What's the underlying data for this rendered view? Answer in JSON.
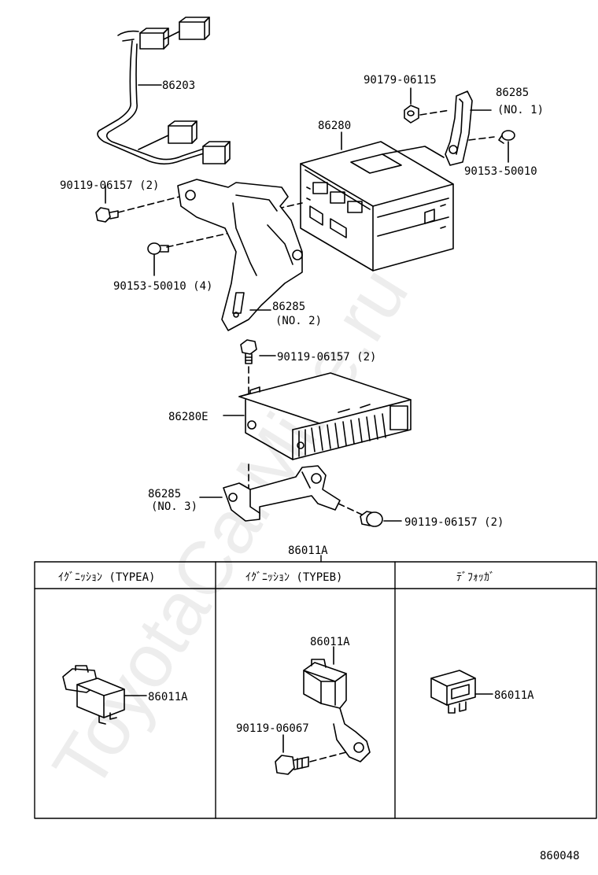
{
  "watermark": "ToyotaCarMine.ru",
  "labels": {
    "harness": "86203",
    "nut": "90179-06115",
    "bracket1": "86285",
    "bracket1_no": "(NO. 1)",
    "radio": "86280",
    "screw_top_right": "90153-50010",
    "bolt_left_top": "90119-06157 (2)",
    "screw_left": "90153-50010 (4)",
    "bracket2": "86285",
    "bracket2_no": "(NO. 2)",
    "bolt_mid": "90119-06157 (2)",
    "amp": "86280E",
    "bracket3": "86285",
    "bracket3_no": "(NO. 3)",
    "bolt_bottom": "90119-06157 (2)"
  },
  "table": {
    "title": "86011A",
    "headers": [
      "ｲｸﾞﾆｯｼｮﾝ (TYPEA)",
      "ｲｸﾞﾆｯｼｮﾝ (TYPEB)",
      "ﾃﾞﾌｫｯｶﾞ"
    ],
    "cells": [
      {
        "part": "86011A"
      },
      {
        "part": "86011A",
        "bolt": "90119-06067"
      },
      {
        "part": "86011A"
      }
    ]
  },
  "diagram_code": "860048"
}
